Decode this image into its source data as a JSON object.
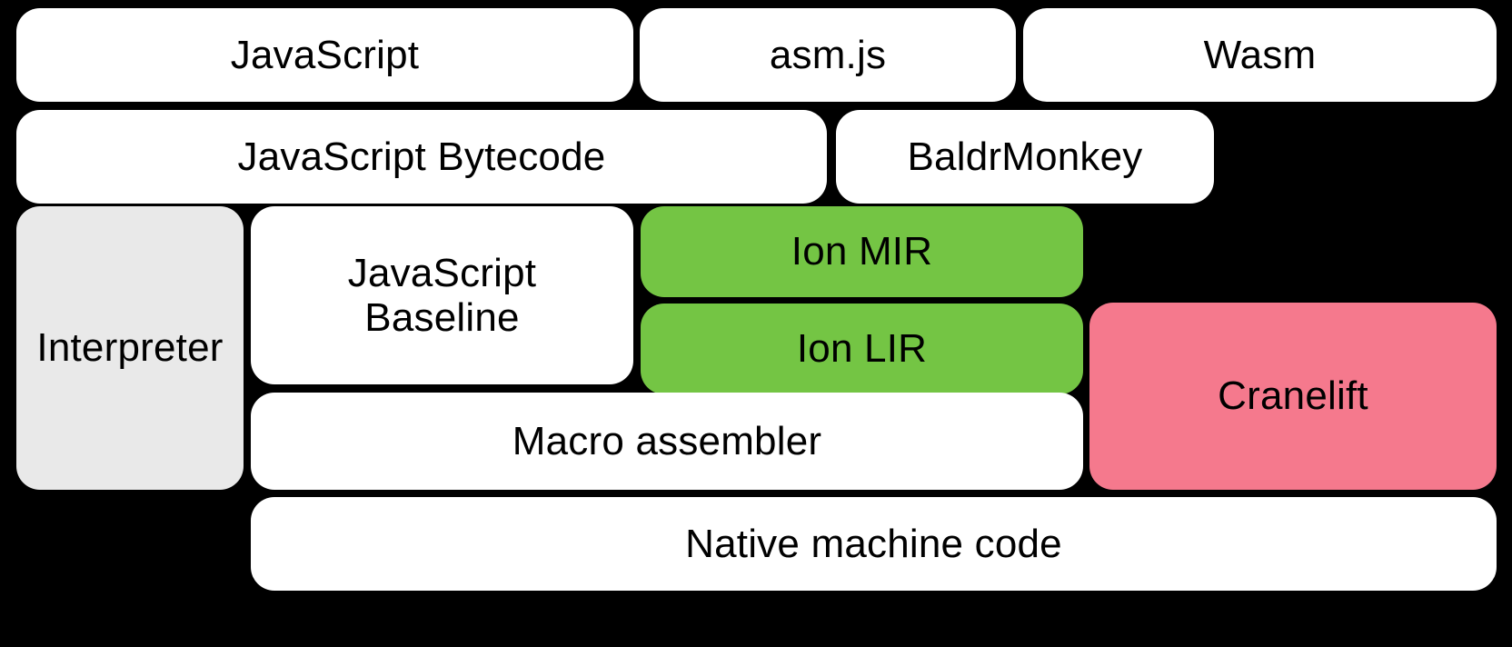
{
  "diagram": {
    "title": "SpiderMonkey compilation pipeline layers",
    "background_color": "#000000",
    "colors": {
      "white": "#ffffff",
      "grey": "#e9e9e9",
      "green": "#74c544",
      "pink": "#f5798d",
      "text": "#000000"
    },
    "rows": [
      {
        "name": "source-languages",
        "nodes": [
          {
            "id": "javascript",
            "label": "JavaScript",
            "color": "white"
          },
          {
            "id": "asmjs",
            "label": "asm.js",
            "color": "white"
          },
          {
            "id": "wasm",
            "label": "Wasm",
            "color": "white"
          }
        ]
      },
      {
        "name": "front-end-representations",
        "nodes": [
          {
            "id": "js-bytecode",
            "label": "JavaScript Bytecode",
            "color": "white"
          },
          {
            "id": "baldrmonkey",
            "label": "BaldrMonkey",
            "color": "white"
          }
        ]
      },
      {
        "name": "execution-tiers",
        "nodes": [
          {
            "id": "interpreter",
            "label": "Interpreter",
            "color": "grey"
          },
          {
            "id": "js-baseline",
            "label": "JavaScript\nBaseline",
            "color": "white"
          },
          {
            "id": "ion-mir",
            "label": "Ion MIR",
            "color": "green"
          },
          {
            "id": "ion-lir",
            "label": "Ion LIR",
            "color": "green"
          },
          {
            "id": "macro-assembler",
            "label": "Macro assembler",
            "color": "white"
          },
          {
            "id": "cranelift",
            "label": "Cranelift",
            "color": "pink"
          }
        ]
      },
      {
        "name": "output",
        "nodes": [
          {
            "id": "native-code",
            "label": "Native machine code",
            "color": "white"
          }
        ]
      }
    ],
    "labels": {
      "javascript": "JavaScript",
      "asmjs": "asm.js",
      "wasm": "Wasm",
      "js_bytecode": "JavaScript Bytecode",
      "baldrmonkey": "BaldrMonkey",
      "interpreter": "Interpreter",
      "js_baseline": "JavaScript\nBaseline",
      "ion_mir": "Ion MIR",
      "ion_lir": "Ion LIR",
      "macro_assembler": "Macro assembler",
      "cranelift": "Cranelift",
      "native_code": "Native machine code"
    }
  }
}
